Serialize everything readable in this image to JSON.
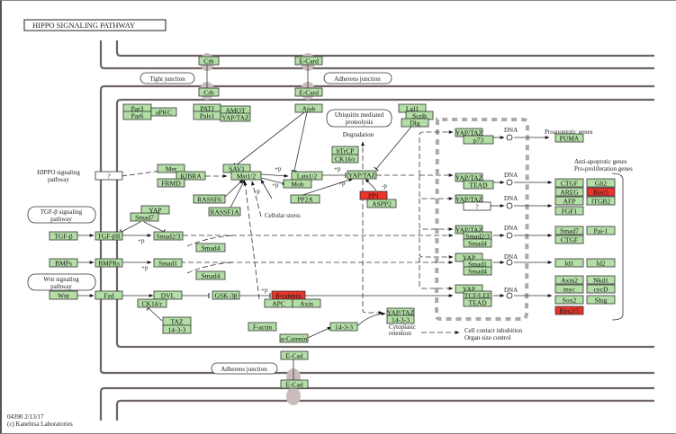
{
  "title": "HIPPO SIGNALING PATHWAY",
  "footer": {
    "id_date": "04390 2/13/17",
    "copyright": "(c) Kanehisa Laboratories"
  },
  "colors": {
    "gene_fill": "#b3dea6",
    "highlight_fill": "#e8342b",
    "membrane": "#6e6363"
  },
  "junctions": {
    "tight": "Tight junction",
    "adherens_top": "Adherens junction",
    "adherens_bottom": "Adherens junction"
  },
  "pathway_links": {
    "hippo": [
      "HIPPO signaling",
      "pathway"
    ],
    "tgfb": [
      "TGF-β signaling",
      "pathway"
    ],
    "wnt": [
      "Wnt signaling",
      "pathway"
    ],
    "ubiquitin": [
      "Ubiquitin mediated",
      "proteolysis"
    ]
  },
  "labels": {
    "degradation": "Degradation",
    "cellular_stress": "Cellular stress",
    "proapoptotic": "Proapoptotic genes",
    "antiapoptotic": "Anti-apoptotic genes",
    "proproliferation": "Pro-proliferation genes",
    "cytoplasic": "Cytoplasic",
    "retention": "retention",
    "contact": "Cell contact inhubition",
    "organ": "Organ size control",
    "dna": "DNA",
    "p": "+p",
    "mp": "-p"
  },
  "genes": {
    "crb_a": "Crb",
    "crb_b": "Crb",
    "ecard_a": "E-Card",
    "ecard_b": "E-Card",
    "ecad_a": "E-Cad",
    "ecad_b": "E-Cad",
    "par3": "Par3",
    "par6": "Par6",
    "apkc": "aPKC",
    "patj": "PATJ",
    "pals1": "Pals1",
    "amot": "AMOT",
    "yaptaz_amot": "YAP/TAZ",
    "ajub": "Ajub",
    "lgl1": "Lgl1",
    "scrib": "Scrib",
    "dlg": "Dlg",
    "btrcp": "bTrCP",
    "ck1": "CK1δ/ε",
    "mer": "Mer",
    "kibra": "KIBRA",
    "frmd": "FRMD",
    "sav1": "SAV1",
    "mst": "Mst1/2",
    "lats": "Lats1/2",
    "mob": "Mob",
    "pp2a": "PP2A",
    "rassf6": "RASSF6",
    "rassf1a": "RASSF1A",
    "yaptaz_main": "YAP/TAZ",
    "pp1": "PP1",
    "aspp2": "ASPP2",
    "unk_hippo": "?",
    "yap_tgf": "YAP",
    "smad7_tgf": "Smad7",
    "tgfb": "TGF-β",
    "tgfbr": "TGF-βR",
    "smad23": "Smad2/3",
    "smad4_a": "Smad4",
    "bmps": "BMPs",
    "bmprs": "BMPRs",
    "smad1": "Smad1",
    "smad4_b": "Smad4",
    "wnt": "Wnt",
    "fzd": "Fzd",
    "dvl": "DVL",
    "ck1_wnt": "CK1δ/ε",
    "taz": "TAZ",
    "1433_taz": "14-3-3",
    "gsk": "GSK-3β",
    "bcat": "β-catenin",
    "apc": "APC",
    "axin": "Axin",
    "factin": "F-actin",
    "acat": "α-Catenin",
    "1433": "14-3-3",
    "yaptaz_cyto": "YAP/TAZ",
    "1433_cyto": "14-3-3",
    "n_yaptaz1": "YAP/TAZ",
    "n_p73": "p73",
    "n_yaptaz2": "YAP/TAZ",
    "n_tead1": "TEAD",
    "n_yaptaz3": "YAP/TAZ",
    "n_unk": "?",
    "n_yaptaz4": "YAP/TAZ",
    "n_smad23": "Smad2/3",
    "n_smad4a": "Smad4",
    "n_yap1": "YAP",
    "n_smad1": "Smad1",
    "n_smad4b": "Smad4",
    "n_yap2": "YAP",
    "n_tcf": "TCF/LEF",
    "n_tead2": "TEAD",
    "puma": "PUMA",
    "ctgf1": "CTGF",
    "gli2": "Gli2",
    "areg": "AREG",
    "birc5": "Birc5",
    "afp": "AFP",
    "itgb2": "ITGB2",
    "fgf1": "FGF1",
    "smad7": "Smad7",
    "pai1": "Pai-1",
    "ctgf2": "CTGF",
    "id1": "Id1",
    "id2": "Id2",
    "axin2": "Axin2",
    "nkd1": "Nkd1",
    "myc": "myc",
    "cycd": "cycD",
    "sox2": "Sox2",
    "slug": "Slug",
    "birc25": "Birc2/5"
  }
}
